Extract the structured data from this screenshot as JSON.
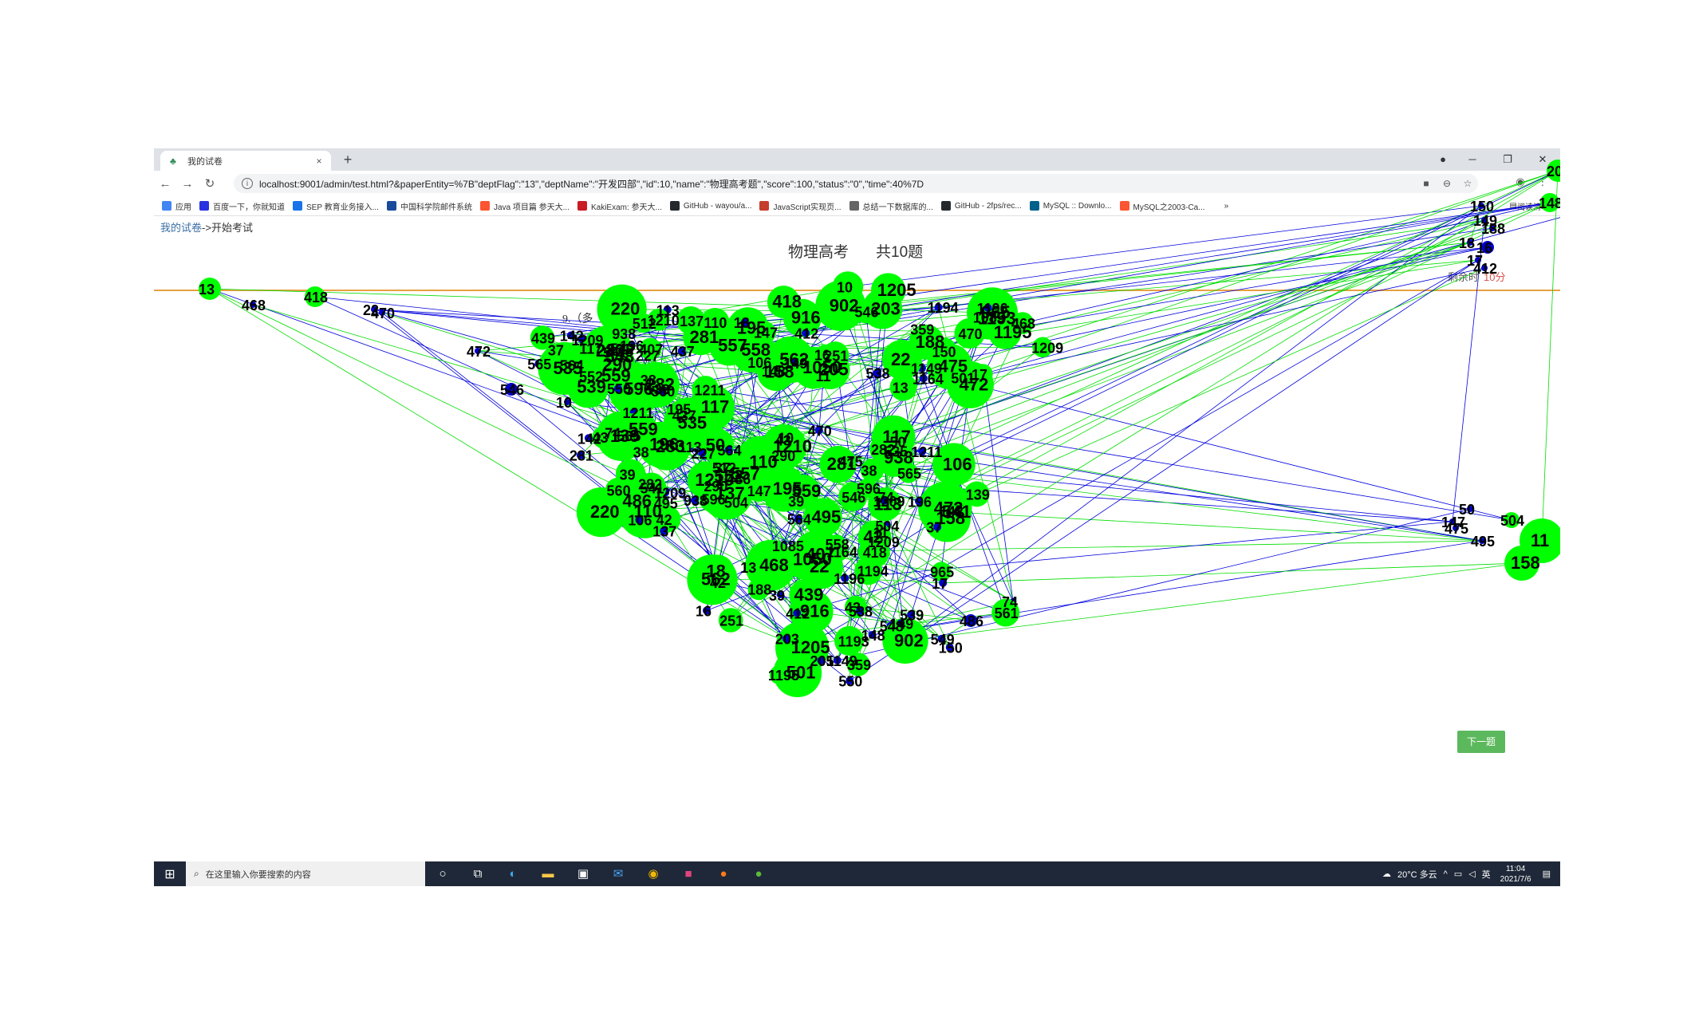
{
  "browser": {
    "tab_title": "我的试卷",
    "tab_close": "×",
    "new_tab": "+",
    "url": "localhost:9001/admin/test.html?&paperEntity=%7B\"deptFlag\":\"13\",\"deptName\":\"开发四部\",\"id\":10,\"name\":\"物理高考题\",\"score\":100,\"status\":\"0\",\"time\":40%7D",
    "bookmarks": [
      {
        "label": "应用",
        "icon": "apps-grid-icon",
        "color": "#4285f4"
      },
      {
        "label": "百度一下，你就知道",
        "icon": "baidu-icon",
        "color": "#2932e1"
      },
      {
        "label": "SEP 教育业务接入...",
        "icon": "sep-icon",
        "color": "#1a73e8"
      },
      {
        "label": "中国科学院邮件系统",
        "icon": "mail-icon",
        "color": "#1a4b9b"
      },
      {
        "label": "Java 项目篇 参天大...",
        "icon": "csdn-icon",
        "color": "#fc5531"
      },
      {
        "label": "KakiExam: 参天大...",
        "icon": "gitee-icon",
        "color": "#c71d23"
      },
      {
        "label": "GitHub - wayou/a...",
        "icon": "github-icon",
        "color": "#24292e"
      },
      {
        "label": "JavaScript实现页...",
        "icon": "js-icon",
        "color": "#c53e2c"
      },
      {
        "label": "总结一下数据库的...",
        "icon": "zhihu-icon",
        "color": "#666666"
      },
      {
        "label": "GitHub - 2fps/rec...",
        "icon": "github-icon",
        "color": "#24292e"
      },
      {
        "label": "MySQL :: Downlo...",
        "icon": "mysql-icon",
        "color": "#00618a"
      },
      {
        "label": "MySQL之2003-Ca...",
        "icon": "csdn-icon",
        "color": "#fc5531"
      }
    ],
    "bookmarks_more": "»",
    "reading_list": "阅读清单"
  },
  "page": {
    "breadcrumb_link": "我的试卷",
    "breadcrumb_sep": "->",
    "breadcrumb_current": "开始考试",
    "exam_title_a": "物理高考",
    "exam_title_b": "共10题",
    "timer_label": "剩余时",
    "timer_value": "10分",
    "question_prefix": "9.（多",
    "next_button": "下一题"
  },
  "taskbar": {
    "search_placeholder": "在这里输入你要搜索的内容",
    "weather": "20°C 多云",
    "ime": "英",
    "time": "11:04",
    "date": "2021/7/6"
  },
  "graph": {
    "node_color": "#00ff00",
    "node_color_small": "#0000cc",
    "edge_green": "#00dd00",
    "edge_blue": "#0000dd",
    "labels": [
      "203",
      "148",
      "205",
      "150",
      "149",
      "188",
      "18",
      "16",
      "17",
      "412",
      "13",
      "418",
      "468",
      "22",
      "470",
      "472",
      "546",
      "10",
      "11",
      "158",
      "147",
      "475",
      "50",
      "504",
      "495",
      "486",
      "74",
      "39",
      "42",
      "43",
      "37",
      "38",
      "110",
      "113",
      "117",
      "142",
      "106",
      "565",
      "564",
      "1211",
      "1209",
      "1210",
      "281",
      "282",
      "938",
      "541",
      "535",
      "559",
      "137",
      "139",
      "596",
      "195",
      "196",
      "290",
      "512",
      "552",
      "557",
      "283",
      "227",
      "220",
      "560",
      "437",
      "439",
      "549",
      "561",
      "550",
      "407",
      "548",
      "558",
      "539",
      "538",
      "359",
      "1149",
      "916",
      "1085",
      "965",
      "902",
      "562",
      "1193",
      "1194",
      "1195",
      "1205",
      "1196",
      "1050",
      "501",
      "1164",
      "1209",
      "251"
    ]
  }
}
